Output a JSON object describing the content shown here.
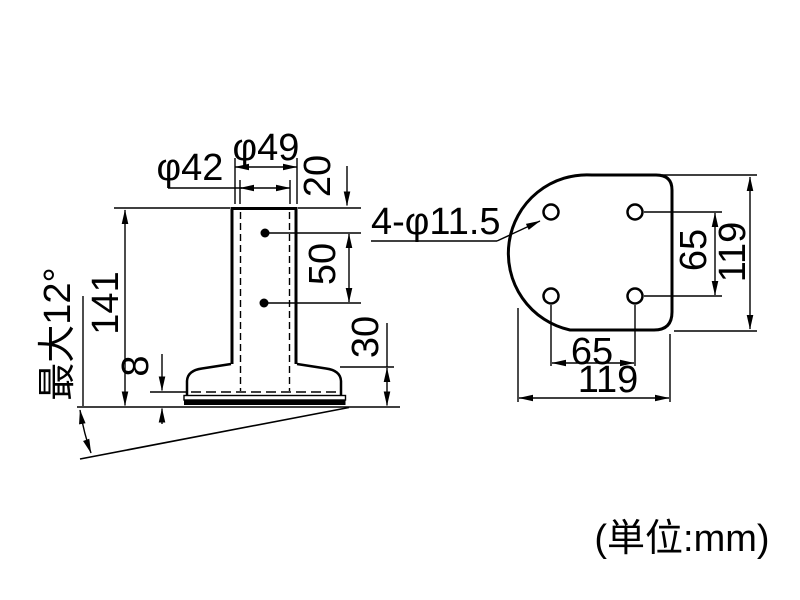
{
  "colors": {
    "line": "#000000",
    "background": "#ffffff"
  },
  "unit_note": "(単位:mm)",
  "side_view": {
    "dims": {
      "outer_diameter": "φ49",
      "inner_diameter": "φ42",
      "top_to_first_hole": "20",
      "hole_pitch": "50",
      "overall_height": "141",
      "foot_height": "30",
      "pad_thickness": "8",
      "max_tilt_angle": "最大12°"
    }
  },
  "plan_view": {
    "dims": {
      "holes_note": "4-φ11.5",
      "hole_pitch_vertical": "65",
      "plate_depth": "119",
      "hole_pitch_horizontal": "65",
      "plate_width": "119"
    }
  }
}
